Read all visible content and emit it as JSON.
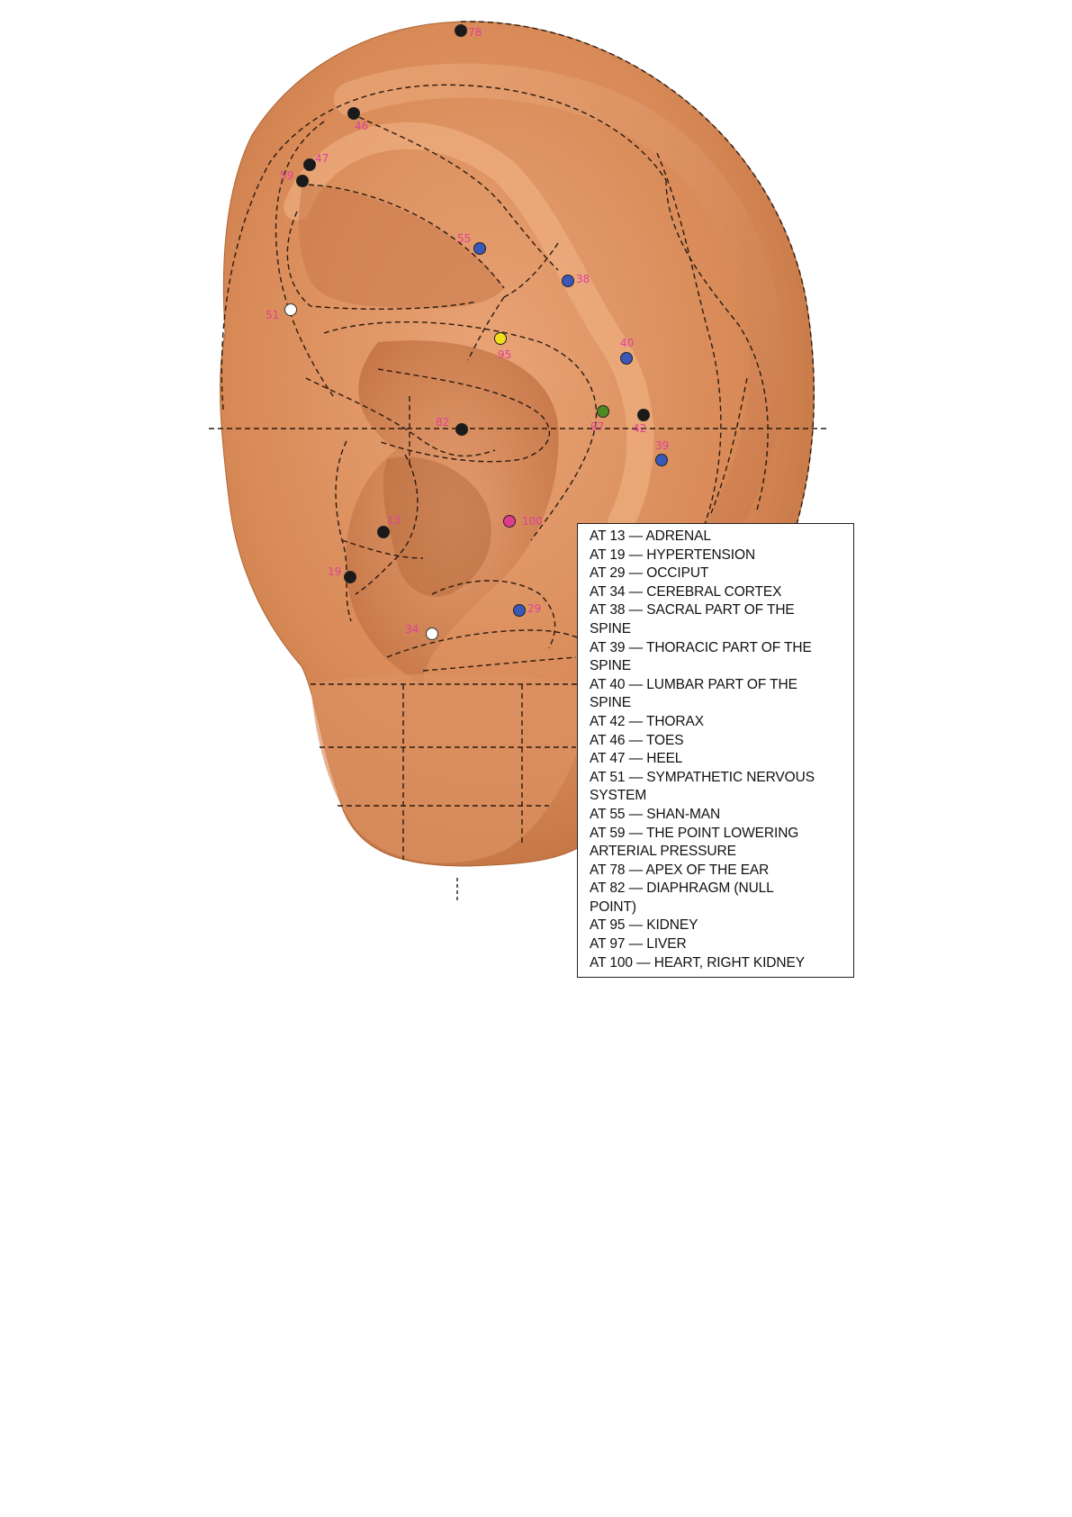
{
  "colors": {
    "skin": "#d88a57",
    "skin_dark": "#b06434",
    "dash": "#2a1a10",
    "label": "#e0409a",
    "dot_black": "#1a1a1a",
    "dot_blue": "#3a58b8",
    "dot_white": "#ffffff",
    "dot_yellow": "#f2de1a",
    "dot_green": "#4e8a22",
    "dot_pink": "#e03a8e"
  },
  "points": [
    {
      "id": "78",
      "color": "dot_black"
    },
    {
      "id": "46",
      "color": "dot_black"
    },
    {
      "id": "47",
      "color": "dot_black"
    },
    {
      "id": "59",
      "color": "dot_black"
    },
    {
      "id": "55",
      "color": "dot_blue"
    },
    {
      "id": "38",
      "color": "dot_blue"
    },
    {
      "id": "51",
      "color": "dot_white"
    },
    {
      "id": "95",
      "color": "dot_yellow"
    },
    {
      "id": "40",
      "color": "dot_blue"
    },
    {
      "id": "97",
      "color": "dot_green"
    },
    {
      "id": "42",
      "color": "dot_black"
    },
    {
      "id": "82",
      "color": "dot_black"
    },
    {
      "id": "39",
      "color": "dot_blue"
    },
    {
      "id": "100",
      "color": "dot_pink"
    },
    {
      "id": "13",
      "color": "dot_black"
    },
    {
      "id": "19",
      "color": "dot_black"
    },
    {
      "id": "29",
      "color": "dot_blue"
    },
    {
      "id": "34",
      "color": "dot_white"
    }
  ],
  "legend": {
    "items": [
      "AT 13 — ADRENAL",
      "AT 19 — HYPERTENSION",
      "AT 29 — OCCIPUT",
      "AT 34 — CEREBRAL CORTEX",
      "AT 38 — SACRAL PART OF THE",
      "SPINE",
      "AT 39 — THORACIC PART OF THE",
      "SPINE",
      "AT 40 — LUMBAR PART OF THE",
      "SPINE",
      "AT 42 — THORAX",
      "AT 46 — TOES",
      "AT 47 — HEEL",
      "AT 51 — SYMPATHETIC NERVOUS",
      "SYSTEM",
      "AT 55 — SHAN-MAN",
      "AT 59 — THE POINT LOWERING",
      "ARTERIAL PRESSURE",
      "AT 78 — APEX OF THE EAR",
      "AT 82 — DIAPHRAGM (NULL",
      "POINT)",
      "AT 95 — KIDNEY",
      "AT 97 — LIVER",
      "AT 100 — HEART, RIGHT KIDNEY"
    ]
  }
}
